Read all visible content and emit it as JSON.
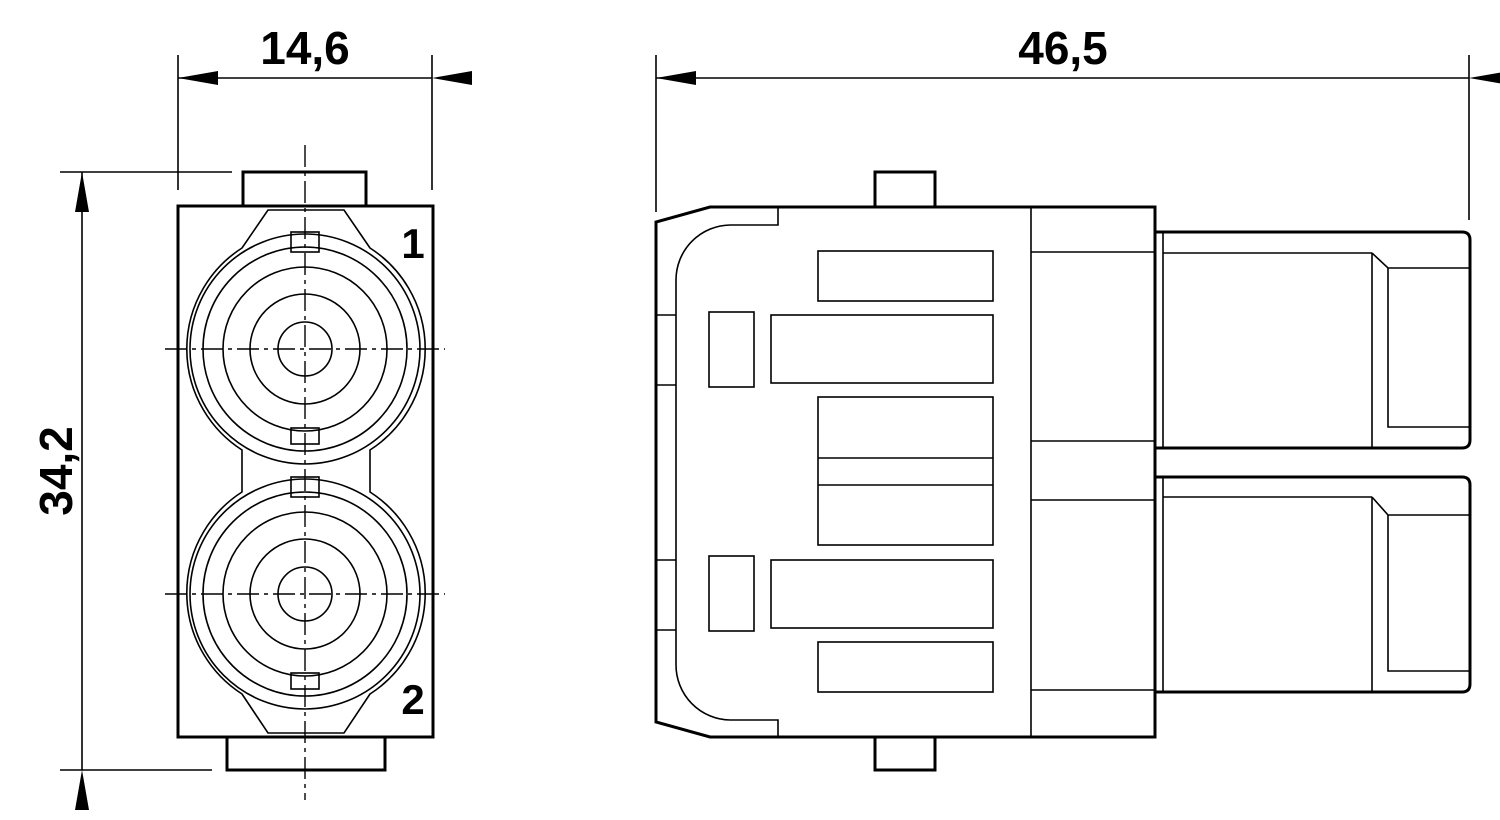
{
  "dimensions": {
    "width_front": "14,6",
    "length_side": "46,5",
    "height_front": "34,2"
  },
  "pin_labels": {
    "pin_1": "1",
    "pin_2": "2"
  },
  "colors": {
    "line": "#000000",
    "background": "#ffffff"
  }
}
